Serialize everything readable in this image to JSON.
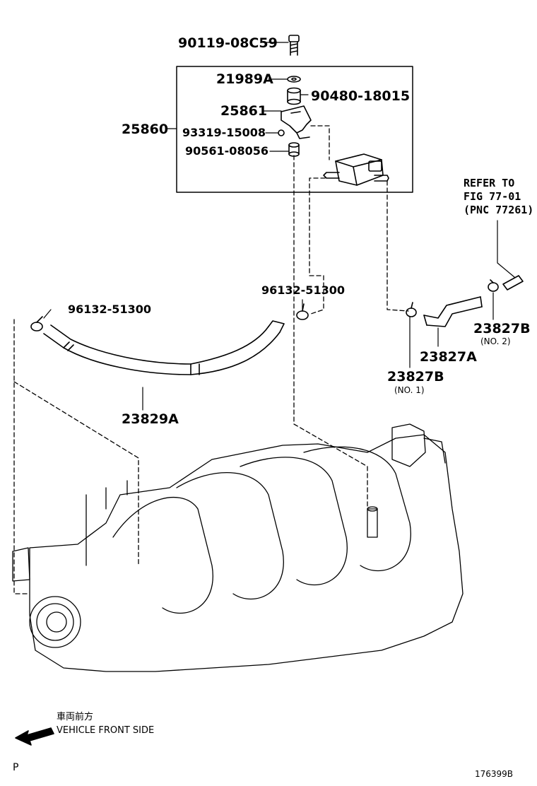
{
  "parts": {
    "p_90119": "90119-08C59",
    "p_21989A": "21989A",
    "p_90480": "90480-18015",
    "p_25861": "25861",
    "p_25860": "25860",
    "p_93319": "93319-15008",
    "p_90561": "90561-08056",
    "p_96132_left": "96132-51300",
    "p_96132_mid": "96132-51300",
    "p_23829A": "23829A",
    "p_23827B_no1": "23827B",
    "p_23827B_no1_sub": "(NO. 1)",
    "p_23827A": "23827A",
    "p_23827B_no2": "23827B",
    "p_23827B_no2_sub": "(NO. 2)"
  },
  "reference": {
    "line1": "REFER TO",
    "line2": "FIG 77-01",
    "line3": "(PNC 77261)"
  },
  "direction": {
    "jp": "車両前方",
    "en": "VEHICLE FRONT SIDE"
  },
  "corner_mark": "P",
  "figure_id": "176399B"
}
